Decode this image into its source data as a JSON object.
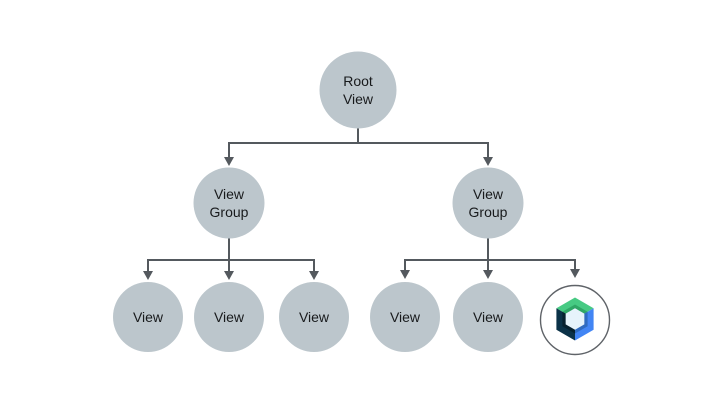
{
  "diagram": {
    "nodes": {
      "root": {
        "label": "Root View"
      },
      "view_group_left": {
        "label": "View Group"
      },
      "view_group_right": {
        "label": "View Group"
      },
      "view_1": {
        "label": "View"
      },
      "view_2": {
        "label": "View"
      },
      "view_3": {
        "label": "View"
      },
      "view_4": {
        "label": "View"
      },
      "view_5": {
        "label": "View"
      },
      "compose_node": {
        "icon": "jetpack-compose-logo"
      }
    },
    "edges": [
      {
        "from": "root",
        "to": "view_group_left"
      },
      {
        "from": "root",
        "to": "view_group_right"
      },
      {
        "from": "view_group_left",
        "to": "view_1"
      },
      {
        "from": "view_group_left",
        "to": "view_2"
      },
      {
        "from": "view_group_left",
        "to": "view_3"
      },
      {
        "from": "view_group_right",
        "to": "view_4"
      },
      {
        "from": "view_group_right",
        "to": "view_5"
      },
      {
        "from": "view_group_right",
        "to": "compose_node"
      }
    ],
    "colors": {
      "node_fill": "#bcc6cc",
      "connector": "#54595e",
      "text": "#181a1c",
      "logo_ring": "#5f6368",
      "logo_green": "#47ca83",
      "logo_green_dark": "#2fa766",
      "logo_blue": "#4285f4",
      "logo_blue_dark": "#2f6bc0",
      "logo_navy": "#0b3248",
      "logo_navy_dark": "#07212f",
      "logo_center": "#e6f3fb"
    }
  }
}
